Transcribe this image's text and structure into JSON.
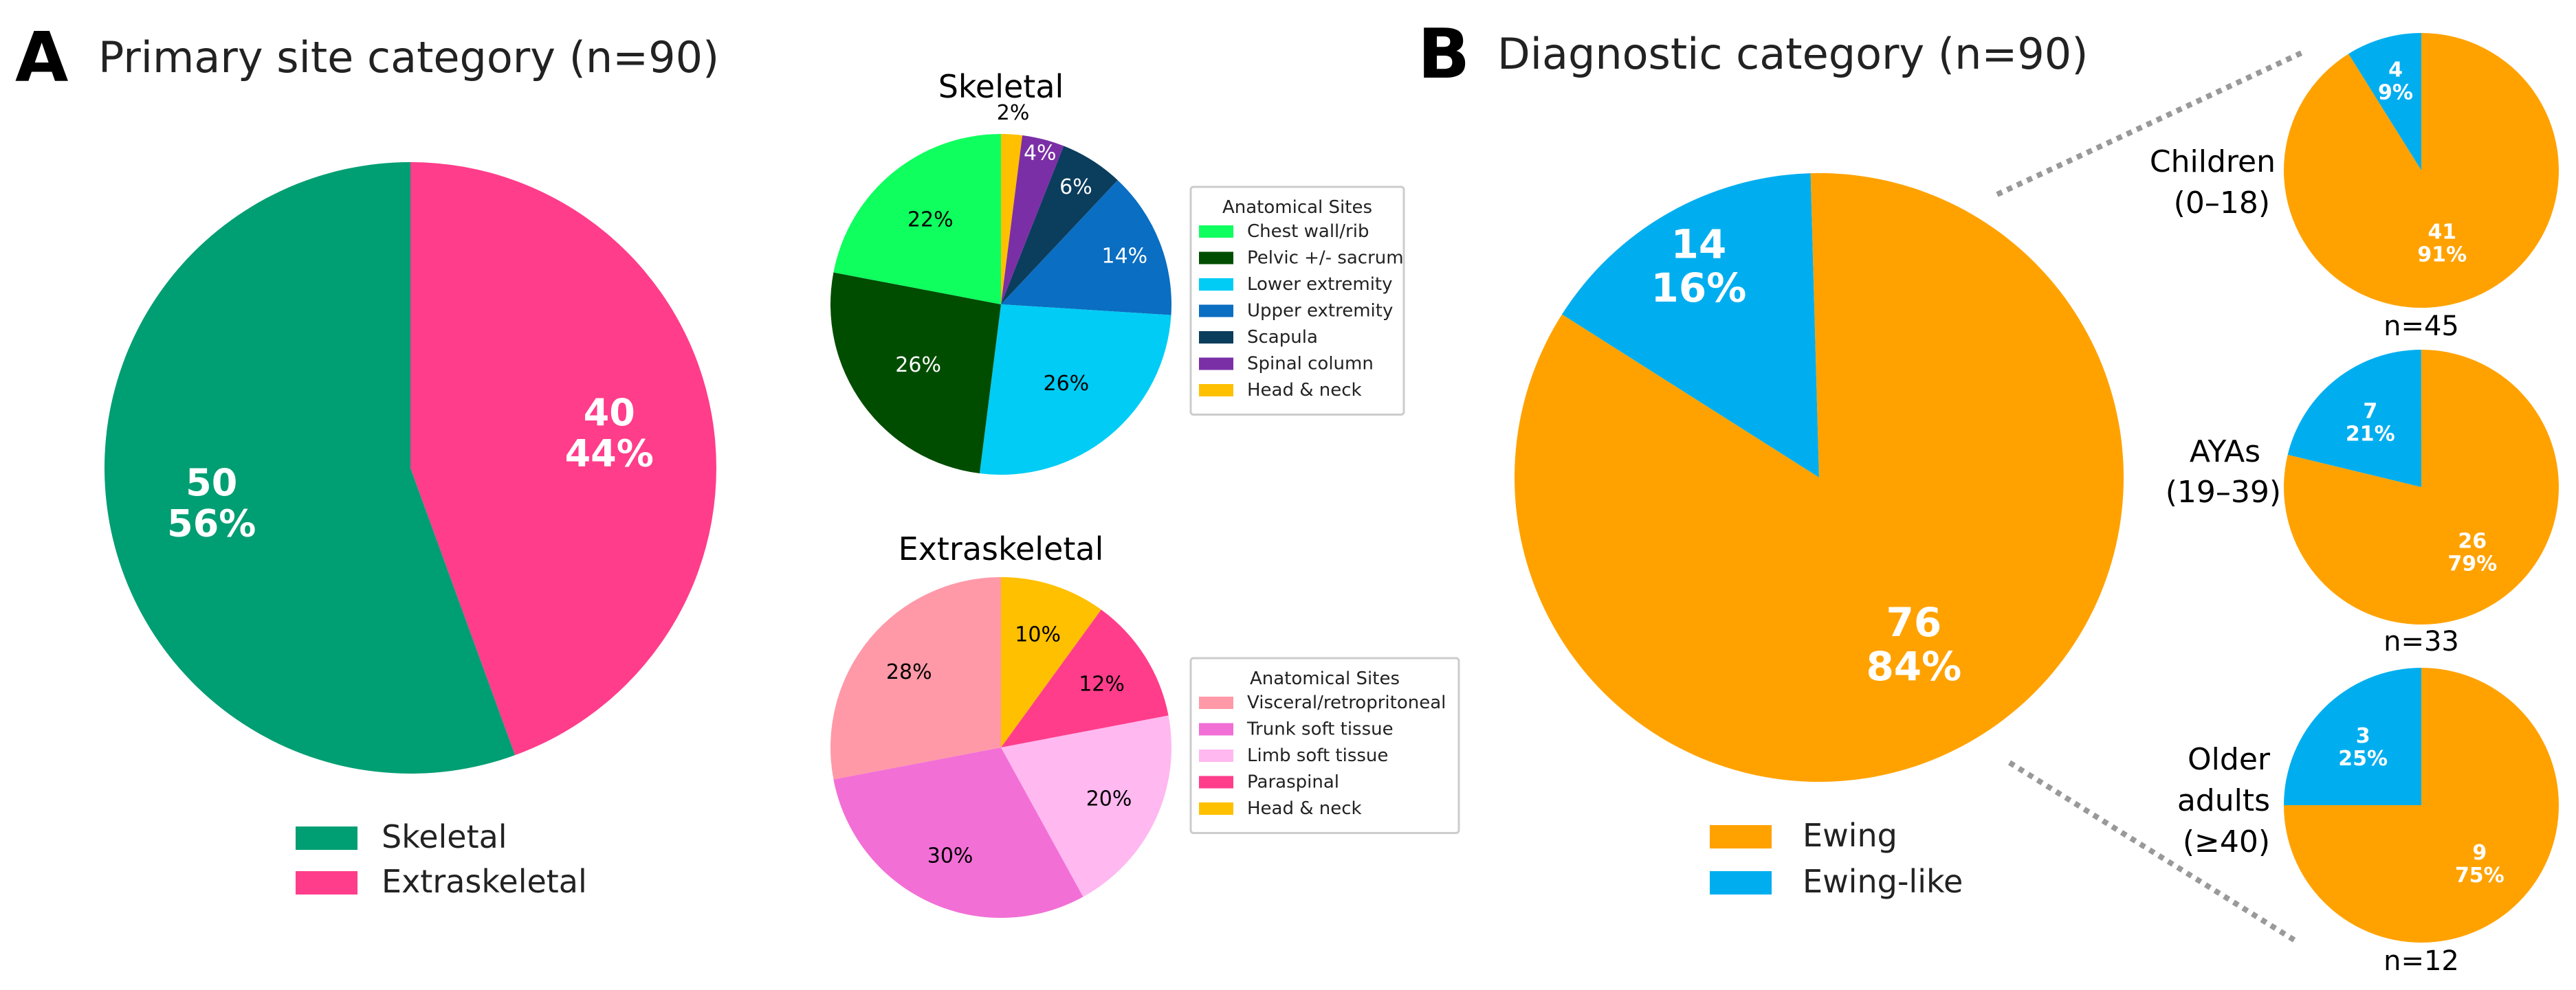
{
  "panels": [
    {
      "letter": "A",
      "title": "Primary site category (n=90)"
    },
    {
      "letter": "B",
      "title": "Diagnostic category (n=90)"
    }
  ],
  "chart_data": [
    {
      "id": "primary-site",
      "type": "pie",
      "title": "Primary site category (n=90)",
      "categories": [
        "Skeletal",
        "Extraskeletal"
      ],
      "values": [
        50,
        40
      ],
      "labels": [
        [
          "50",
          "56%"
        ],
        [
          "40",
          "44%"
        ]
      ],
      "colors": [
        "#009E73",
        "#FF3D8B"
      ],
      "legend": {
        "position": "bottom",
        "entries": [
          "Skeletal",
          "Extraskeletal"
        ]
      }
    },
    {
      "id": "skeletal",
      "type": "pie",
      "title": "Skeletal",
      "categories": [
        "Head & neck",
        "Spinal column",
        "Scapula",
        "Upper extremity",
        "Lower extremity",
        "Pelvic +/- sacrum",
        "Chest wall/rib"
      ],
      "values": [
        2,
        4,
        6,
        14,
        26,
        26,
        22
      ],
      "labels": [
        "2%",
        "4%",
        "6%",
        "14%",
        "26%",
        "26%",
        "22%"
      ],
      "colors": [
        "#FFC000",
        "#7B2FA6",
        "#0B3D5C",
        "#0A6EC2",
        "#00CCF5",
        "#004D00",
        "#0FFF5F"
      ],
      "legend": {
        "title": "Anatomical Sites",
        "position": "right",
        "entries": [
          "Chest wall/rib",
          "Pelvic +/- sacrum",
          "Lower extremity",
          "Upper extremity",
          "Scapula",
          "Spinal column",
          "Head & neck"
        ]
      }
    },
    {
      "id": "extraskeletal",
      "type": "pie",
      "title": "Extraskeletal",
      "categories": [
        "Head & neck",
        "Paraspinal",
        "Limb soft tissue",
        "Trunk soft tissue",
        "Visceral/retropritoneal"
      ],
      "values": [
        10,
        12,
        20,
        30,
        28
      ],
      "labels": [
        "10%",
        "12%",
        "20%",
        "30%",
        "28%"
      ],
      "colors": [
        "#FFC000",
        "#FF3D8B",
        "#FFB8F0",
        "#F26FD6",
        "#FF99A8"
      ],
      "legend": {
        "title": "Anatomical Sites",
        "position": "right",
        "entries": [
          "Visceral/retropritoneal",
          "Trunk soft tissue",
          "Limb soft tissue",
          "Paraspinal",
          "Head & neck"
        ]
      }
    },
    {
      "id": "diagnostic",
      "type": "pie",
      "title": "Diagnostic category (n=90)",
      "categories": [
        "Ewing-like",
        "Ewing"
      ],
      "values": [
        14,
        76
      ],
      "labels": [
        [
          "14",
          "16%"
        ],
        [
          "76",
          "84%"
        ]
      ],
      "colors": [
        "#00AEEF",
        "#FFA200"
      ],
      "legend": {
        "position": "bottom",
        "entries": [
          "Ewing",
          "Ewing-like"
        ]
      }
    },
    {
      "id": "children",
      "type": "pie",
      "group": [
        "Children",
        "(0–18)"
      ],
      "n_label": "n=45",
      "categories": [
        "Ewing-like",
        "Ewing"
      ],
      "values": [
        4,
        41
      ],
      "labels": [
        [
          "4",
          "9%"
        ],
        [
          "41",
          "91%"
        ]
      ],
      "colors": [
        "#00AEEF",
        "#FFA200"
      ]
    },
    {
      "id": "ayas",
      "type": "pie",
      "group": [
        "AYAs",
        "(19–39)"
      ],
      "n_label": "n=33",
      "categories": [
        "Ewing-like",
        "Ewing"
      ],
      "values": [
        7,
        26
      ],
      "labels": [
        [
          "7",
          "21%"
        ],
        [
          "26",
          "79%"
        ]
      ],
      "colors": [
        "#00AEEF",
        "#FFA200"
      ]
    },
    {
      "id": "older",
      "type": "pie",
      "group": [
        "Older",
        "adults",
        "(≥40)"
      ],
      "n_label": "n=12",
      "categories": [
        "Ewing-like",
        "Ewing"
      ],
      "values": [
        3,
        9
      ],
      "labels": [
        [
          "3",
          "25%"
        ],
        [
          "9",
          "75%"
        ]
      ],
      "colors": [
        "#00AEEF",
        "#FFA200"
      ]
    }
  ]
}
